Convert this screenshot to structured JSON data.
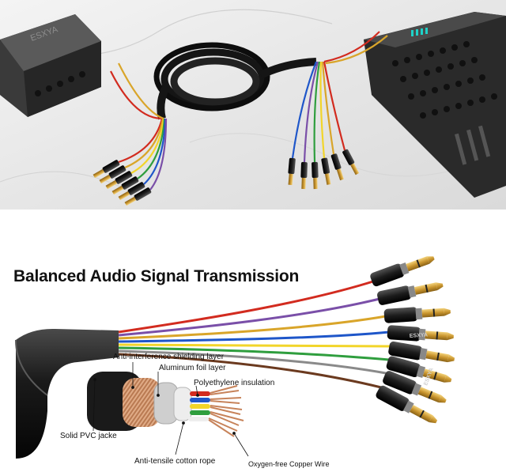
{
  "headline": "Balanced Audio Signal Transmission",
  "callouts": {
    "shielding": "Anti-interference shielding layer",
    "foil": "Aluminum foil layer",
    "insulation": "Polyethylene insulation",
    "jacket": "Solid PVC jacke",
    "rope": "Anti-tensile cotton rope",
    "copper": "Oxygen-free Copper Wire"
  },
  "brand_mark": "ESXYA",
  "colors": {
    "cable_jacket": "#1c1c1c",
    "copper": "#c7835a",
    "plug_gold": "#d8a845",
    "plug_body": "#222222",
    "marble": "#ededed"
  },
  "wire_colors": [
    "#d22b1f",
    "#7a4fa8",
    "#d9a52a",
    "#1e56c9",
    "#f2d52a",
    "#2f9e3e",
    "#8a8a8a",
    "#6b3a1f"
  ]
}
